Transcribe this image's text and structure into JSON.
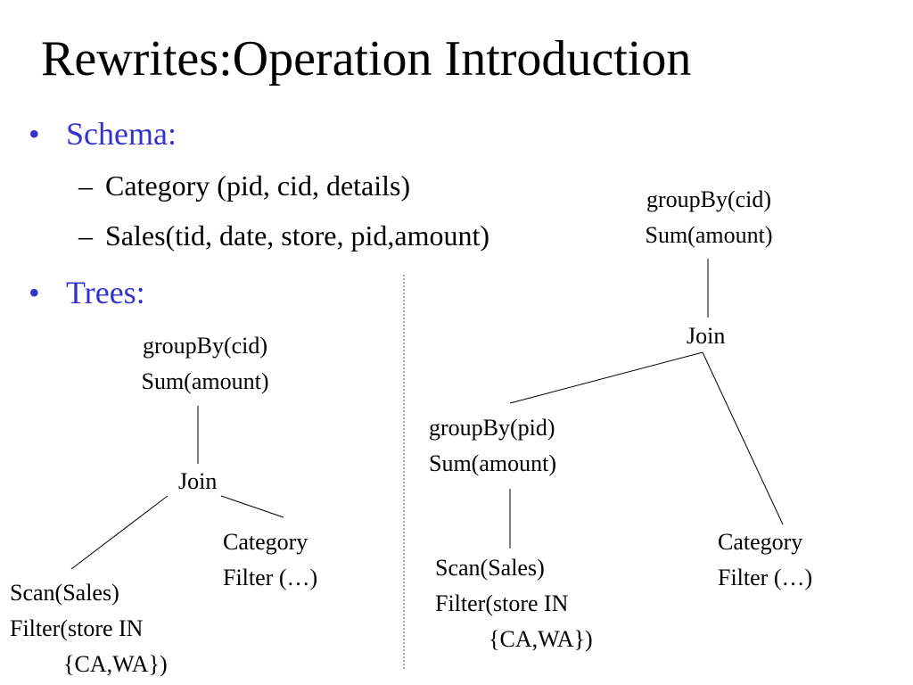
{
  "slide": {
    "title": "Rewrites:Operation Introduction",
    "accent_color": "#3333cc"
  },
  "bullets": [
    {
      "text": "Schema:",
      "subitems": [
        "Category (pid, cid, details)",
        "Sales(tid, date, store, pid,amount)"
      ]
    },
    {
      "text": "Trees:"
    }
  ],
  "bullet_symbol": "•",
  "sub_symbol": "–",
  "left_tree": {
    "root": [
      "groupBy(cid)",
      "Sum(amount)"
    ],
    "join": "Join",
    "scan": [
      "Scan(Sales)",
      "Filter(store IN",
      "{CA,WA})"
    ],
    "category": [
      "Category",
      "Filter (…)"
    ]
  },
  "right_tree": {
    "root": [
      "groupBy(cid)",
      "Sum(amount)"
    ],
    "join": "Join",
    "group2": [
      "groupBy(pid)",
      "Sum(amount)"
    ],
    "scan": [
      "Scan(Sales)",
      "Filter(store IN",
      "{CA,WA})"
    ],
    "category": [
      "Category",
      "Filter (…)"
    ]
  }
}
